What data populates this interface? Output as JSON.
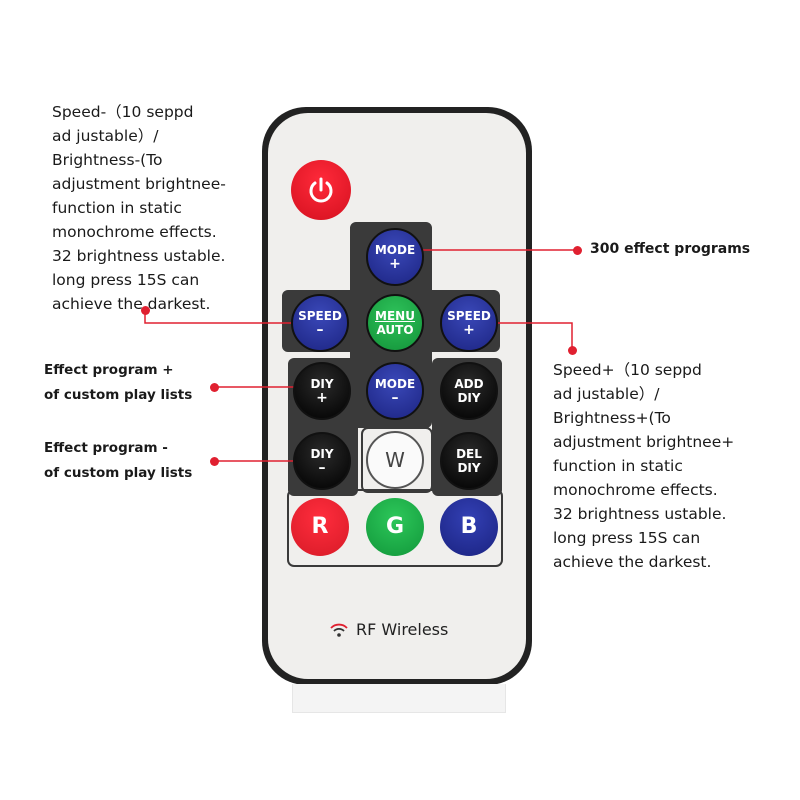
{
  "left_top_annotation": {
    "lines": [
      "Speed-（10 seppd",
      "ad justable）/",
      "Brightness-(To",
      "adjustment brightnee-",
      "function in static",
      "monochrome effects.",
      "32 brightness ustable.",
      "long press 15S can",
      "achieve the darkest."
    ]
  },
  "right_annotation": {
    "lines": [
      "Speed+（10 seppd",
      "ad justable）/",
      "Brightness+(To",
      "adjustment brightnee+",
      "function in static",
      "monochrome effects.",
      "32 brightness ustable.",
      "long press 15S can",
      "achieve the darkest."
    ]
  },
  "mode_annotation": "300 effect  programs",
  "diy_plus_annotation": {
    "line1": "Effect  program +",
    "line2": "of custom play lists"
  },
  "diy_minus_annotation": {
    "line1": "Effect  program -",
    "line2": "of custom play lists"
  },
  "buttons": {
    "mode_plus": {
      "top": "MODE",
      "bottom": "+"
    },
    "speed_minus": {
      "top": "SPEED",
      "bottom": "–"
    },
    "menu_auto": {
      "top": "MENU",
      "bottom": "AUTO"
    },
    "speed_plus": {
      "top": "SPEED",
      "bottom": "+"
    },
    "diy_plus": {
      "top": "DIY",
      "bottom": "+"
    },
    "mode_minus": {
      "top": "MODE",
      "bottom": "–"
    },
    "add_diy": {
      "top": "ADD",
      "bottom": "DIY"
    },
    "diy_minus": {
      "top": "DIY",
      "bottom": "–"
    },
    "white": {
      "label": "W"
    },
    "del_diy": {
      "top": "DEL",
      "bottom": "DIY"
    },
    "red": {
      "label": "R"
    },
    "green": {
      "label": "G"
    },
    "blue": {
      "label": "B"
    }
  },
  "footer": {
    "label": "RF Wireless",
    "icon": "wifi-icon"
  },
  "colors": {
    "accent_red": "#e02030",
    "button_blue": "#1c2482",
    "button_green": "#139339"
  }
}
